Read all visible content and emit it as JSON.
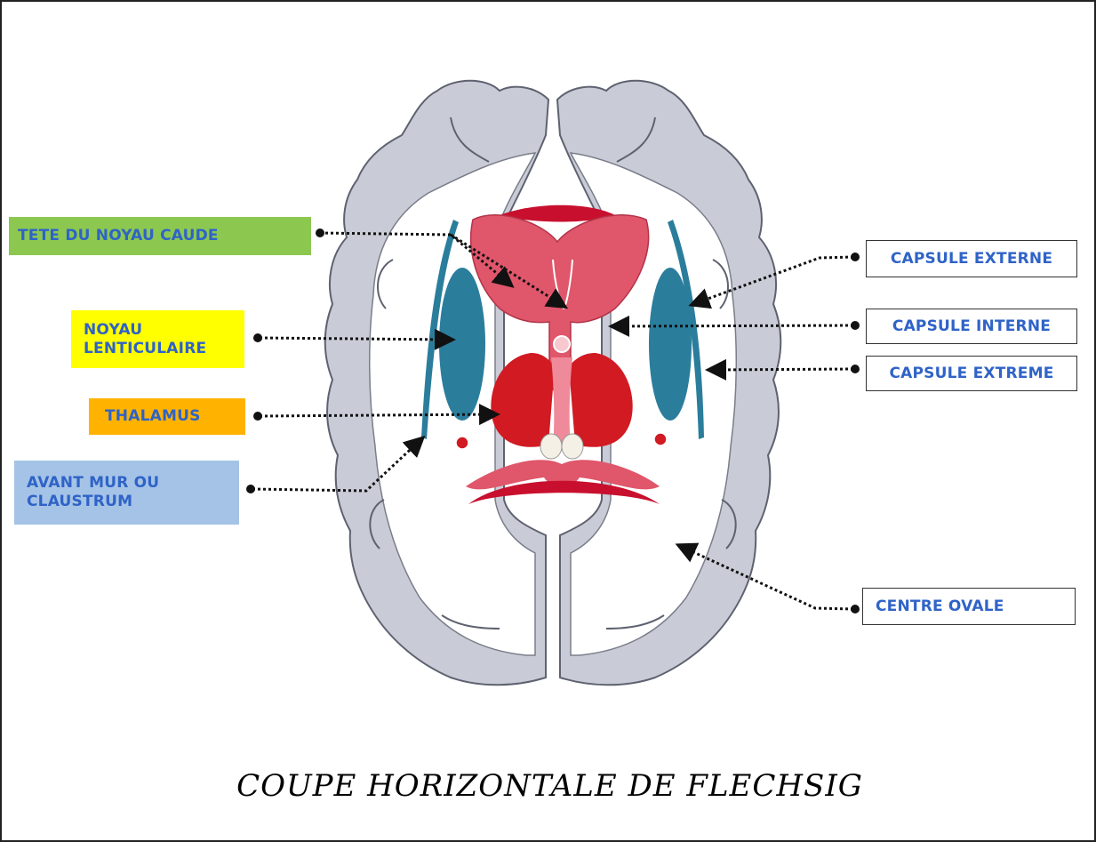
{
  "title": "COUPE HORIZONTALE DE FLECHSIG",
  "colors": {
    "cortex": "#c9ccd6",
    "cortex_stroke": "#5e6270",
    "white_matter": "#ffffff",
    "caudate": "#e0566a",
    "thalamus": "#d11a22",
    "lentiform": "#2b7d9c",
    "claustrum": "#2b7d9c",
    "ventricle_red": "#c8102e",
    "text_blue": "#2f63c7",
    "text_dark_blue": "#1e4f9a",
    "box_green": "#8cc850",
    "box_yellow": "#ffff00",
    "box_orange": "#ffb300",
    "box_light_blue": "#a4c3e6"
  },
  "labels_left": {
    "caudate": "TETE DU NOYAU CAUDE",
    "lentiform_line1": "NOYAU",
    "lentiform_line2": "LENTICULAIRE",
    "thalamus": "THALAMUS",
    "claustrum_line1": "AVANT MUR OU",
    "claustrum_line2": "CLAUSTRUM"
  },
  "labels_right": {
    "capsule_externe": "CAPSULE EXTERNE",
    "capsule_interne": "CAPSULE INTERNE",
    "capsule_extreme": "CAPSULE EXTREME",
    "centre_ovale": "CENTRE OVALE"
  }
}
